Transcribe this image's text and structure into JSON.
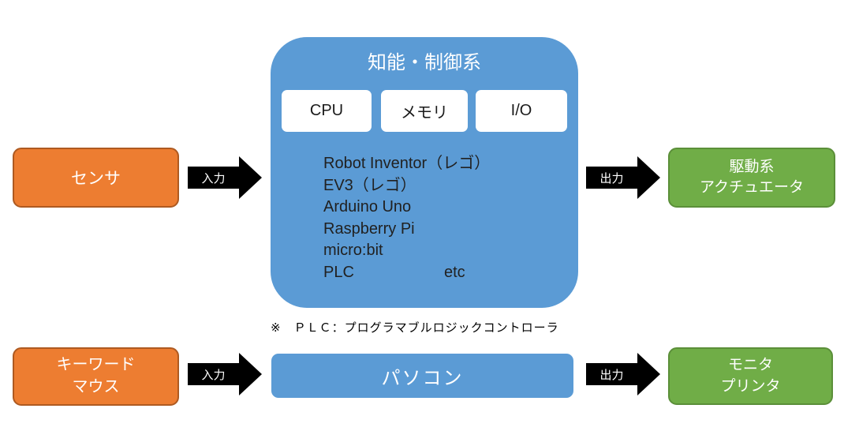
{
  "palette": {
    "blue_fill": "#5B9BD5",
    "orange_fill": "#ED7D31",
    "orange_border": "#AE5A21",
    "green_fill": "#70AD47",
    "green_border": "#5B8F39",
    "arrow_fill": "#000000",
    "chip_fill": "#FFFFFF",
    "device_text": "#212121"
  },
  "controller": {
    "title": "知能・制御系",
    "chips": [
      "CPU",
      "メモリ",
      "I/O"
    ],
    "devices": [
      "Robot Inventor（レゴ）",
      "EV3（レゴ）",
      "Arduino Uno",
      "Raspberry Pi",
      "micro:bit"
    ],
    "last_device": "PLC",
    "etc_label": "etc"
  },
  "note": "※　ＰＬＣ：プログラマブルロジックコントローラ",
  "top_row": {
    "sensor_box": {
      "label": "センサ"
    },
    "input_arrow": {
      "label": "入力"
    },
    "output_arrow": {
      "label": "出力"
    },
    "actuator_box": {
      "line1": "駆動系",
      "line2": "アクチュエータ"
    }
  },
  "bottom_row": {
    "keyboard_box": {
      "line1": "キーワード",
      "line2": "マウス"
    },
    "input_arrow": {
      "label": "入力"
    },
    "pc_box": {
      "label": "パソコン"
    },
    "output_arrow": {
      "label": "出力"
    },
    "monitor_box": {
      "line1": "モニタ",
      "line2": "プリンタ"
    }
  }
}
